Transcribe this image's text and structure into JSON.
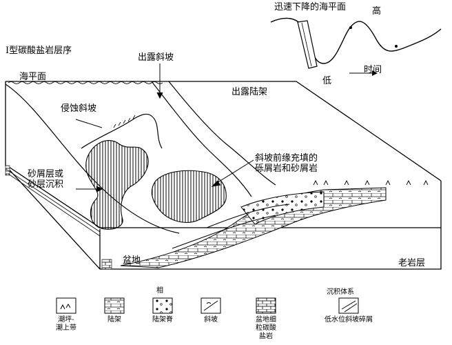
{
  "title": "I型碳酸盐岩层序",
  "sea_level_curve": {
    "title": "迅速下降的海平面",
    "high_label": "高",
    "low_label": "低",
    "time_label": "时间"
  },
  "labels": {
    "sea_level": "海平面",
    "exposed_slope": "出露斜坡",
    "exposed_shelf": "出露陆架",
    "eroded_slope": "侵蚀斜坡",
    "debris_sand": [
      "砂屑层或",
      "砂层沉积"
    ],
    "slope_fill": [
      "斜坡前缘充填的",
      "砾屑岩和砂屑岩"
    ],
    "basin": "盆地",
    "old_rock": "老岩层"
  },
  "legend": {
    "facies_header": "相",
    "system_header": "沉积体系",
    "items": [
      {
        "label": [
          "潮坪-",
          "潮上带"
        ],
        "pattern": "tidal"
      },
      {
        "label": [
          "陆架"
        ],
        "pattern": "shelf"
      },
      {
        "label": [
          "陆架脊"
        ],
        "pattern": "ridge"
      },
      {
        "label": [
          "斜坡"
        ],
        "pattern": "slope"
      },
      {
        "label": [
          "盆地细",
          "粒碳酸",
          "盐岩"
        ],
        "pattern": "basin"
      },
      {
        "label": [
          "低水位斜坡碎屑"
        ],
        "pattern": "lowstand"
      }
    ]
  }
}
